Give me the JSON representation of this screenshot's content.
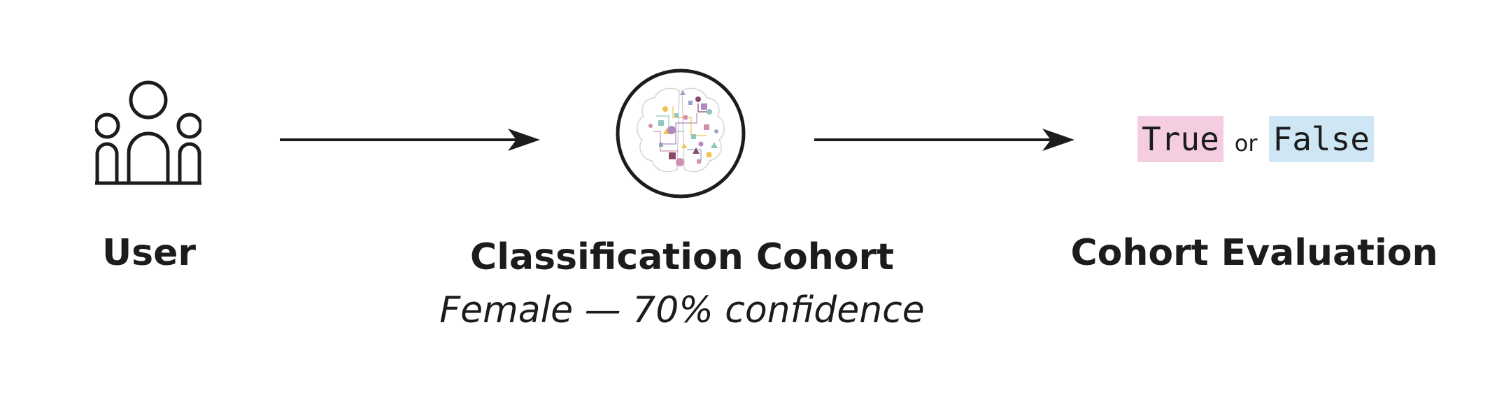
{
  "nodes": {
    "user": {
      "label": "User"
    },
    "classifier": {
      "label": "Classification Cohort",
      "subtitle": "Female — 70% confidence"
    },
    "evaluation": {
      "label": "Cohort Evaluation",
      "true_text": "True",
      "or_text": "or",
      "false_text": "False"
    }
  },
  "colors": {
    "ink": "#1c1c1c",
    "true_bg": "#f5cde0",
    "false_bg": "#cfe6f5",
    "brain_palette": [
      "#8fc6c0",
      "#b08ac2",
      "#f2c14e",
      "#8a4a6a",
      "#cf8fb0",
      "#9aa3c8"
    ]
  },
  "icons": [
    "people-group-icon",
    "arrow-right-icon",
    "brain-circuit-icon"
  ]
}
